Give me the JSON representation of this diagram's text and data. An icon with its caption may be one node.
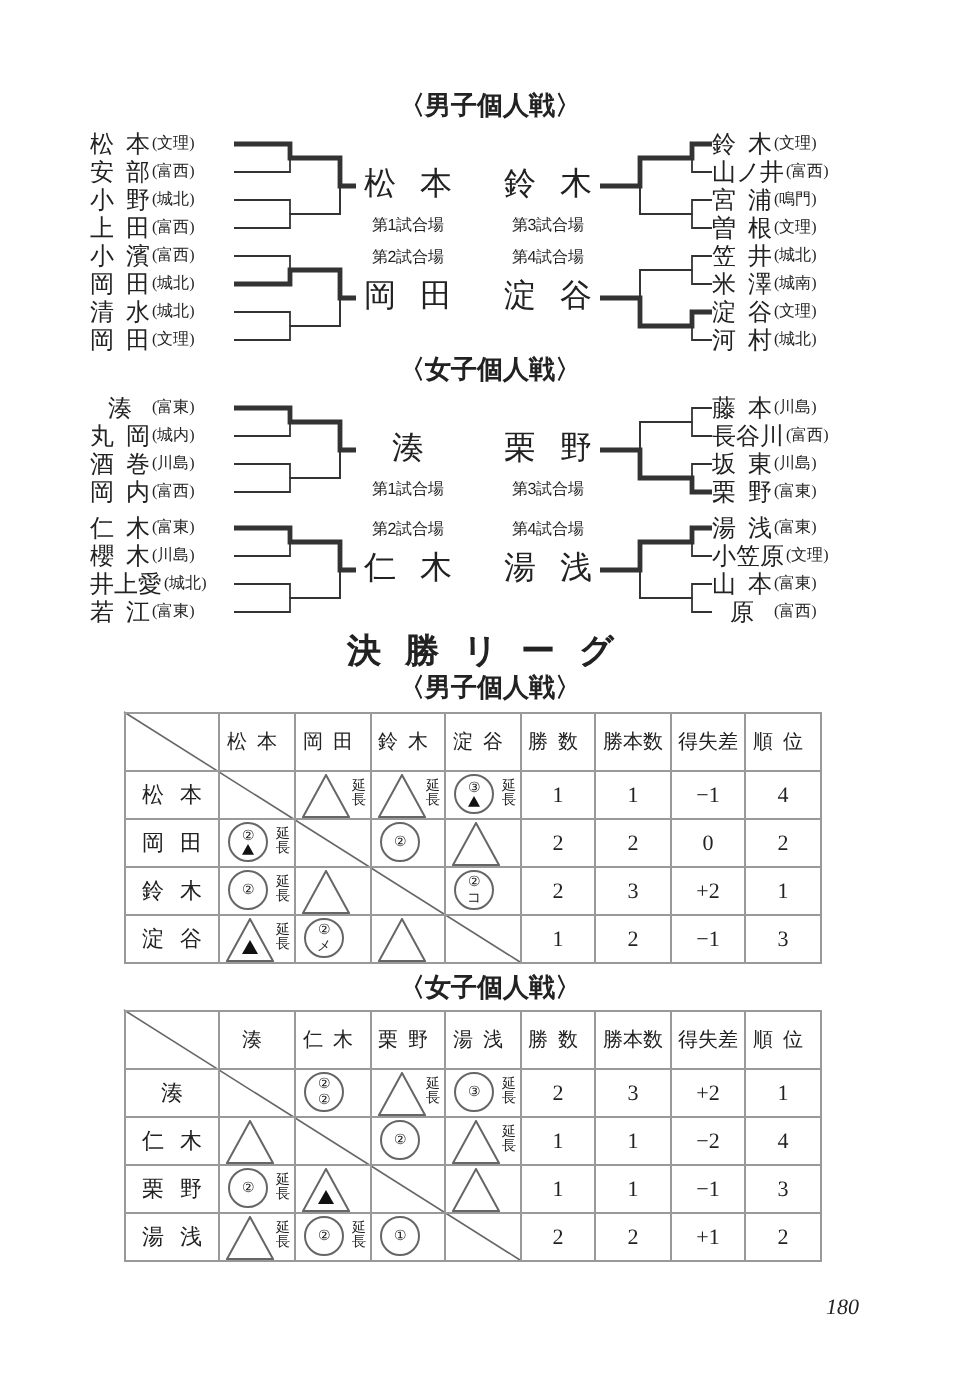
{
  "diagram": {
    "nodes": [
      {
        "text": [
          "松本",
          "(文理)"
        ]
      },
      {
        "text": [
          "安部",
          "(富西)"
        ]
      },
      {
        "text": [
          "小野",
          "(城北)"
        ]
      },
      {
        "text": [
          "上田",
          "(富西)"
        ]
      },
      {
        "text": [
          "松本"
        ],
        "beside": [
          "第1試合場"
        ]
      },
      {
        "text": [
          "鈴木"
        ],
        "beside": [
          "第3試合場"
        ]
      },
      {
        "text": [
          "鈴木",
          "(文理)"
        ]
      },
      {
        "text": [
          "山ノ井",
          "(富西)"
        ]
      },
      {
        "text": [
          "宮浦",
          "(鳴門)"
        ]
      },
      {
        "text": [
          "曽根",
          "(文理)"
        ]
      },
      {
        "text": [
          "小濱",
          "(富西)"
        ]
      },
      {
        "text": [
          "岡田",
          "(城北)"
        ]
      },
      {
        "text": [
          "清水",
          "(城北)"
        ]
      },
      {
        "text": [
          "岡田",
          "(文理)"
        ]
      },
      {
        "text": [
          "岡田"
        ],
        "beside": [
          "第2試合場"
        ]
      },
      {
        "text": [
          "淀谷"
        ],
        "beside": [
          "第4試合場"
        ]
      },
      {
        "text": [
          "笠井",
          "(城北)"
        ]
      },
      {
        "text": [
          "米澤",
          "(城南)"
        ]
      },
      {
        "text": [
          "淀谷",
          "(文理)"
        ]
      },
      {
        "text": [
          "河村",
          "(城北)"
        ]
      },
      {
        "text": [
          "湊",
          "(富東)"
        ]
      },
      {
        "text": [
          "丸岡",
          "(城内)"
        ]
      },
      {
        "text": [
          "酒巻",
          "(川島)"
        ]
      },
      {
        "text": [
          "岡内",
          "(富西)"
        ]
      },
      {
        "text": [
          "湊"
        ],
        "beside": [
          "第1試合場"
        ]
      },
      {
        "text": [
          "栗野"
        ],
        "beside": [
          "第3試合場"
        ]
      },
      {
        "text": [
          "藤本",
          "(川島)"
        ]
      },
      {
        "text": [
          "長谷川",
          "(富西)"
        ]
      },
      {
        "text": [
          "坂東",
          "(川島)"
        ]
      },
      {
        "text": [
          "栗野",
          "(富東)"
        ]
      },
      {
        "text": [
          "仁木",
          "(富東)"
        ]
      },
      {
        "text": [
          "櫻木",
          "(川島)"
        ]
      },
      {
        "text": [
          "井上愛",
          "(城北)"
        ]
      },
      {
        "text": [
          "若江",
          "(富東)"
        ]
      },
      {
        "text": [
          "仁木"
        ],
        "beside": [
          "第2試合場"
        ]
      },
      {
        "text": [
          "湯浅"
        ],
        "beside": [
          "第4試合場"
        ]
      },
      {
        "text": [
          "湯浅",
          "(富東)"
        ]
      },
      {
        "text": [
          "小笠原",
          "(文理)"
        ]
      },
      {
        "text": [
          "山本",
          "(富東)"
        ]
      },
      {
        "text": [
          "原",
          "(富西)"
        ]
      }
    ],
    "edges": [
      {
        "from": 0,
        "to": 4,
        "arrow": "none",
        "style": "thick"
      },
      {
        "from": 1,
        "to": 4,
        "arrow": "none"
      },
      {
        "from": 2,
        "to": 4,
        "arrow": "none"
      },
      {
        "from": 3,
        "to": 4,
        "arrow": "none"
      },
      {
        "from": 6,
        "to": 5,
        "arrow": "none",
        "style": "thick"
      },
      {
        "from": 7,
        "to": 5,
        "arrow": "none"
      },
      {
        "from": 8,
        "to": 5,
        "arrow": "none"
      },
      {
        "from": 9,
        "to": 5,
        "arrow": "none"
      },
      {
        "from": 10,
        "to": 14,
        "arrow": "none"
      },
      {
        "from": 11,
        "to": 14,
        "arrow": "none",
        "style": "thick"
      },
      {
        "from": 12,
        "to": 14,
        "arrow": "none"
      },
      {
        "from": 13,
        "to": 14,
        "arrow": "none"
      },
      {
        "from": 16,
        "to": 15,
        "arrow": "none"
      },
      {
        "from": 17,
        "to": 15,
        "arrow": "none"
      },
      {
        "from": 18,
        "to": 15,
        "arrow": "none",
        "style": "thick"
      },
      {
        "from": 19,
        "to": 15,
        "arrow": "none"
      },
      {
        "from": 20,
        "to": 24,
        "arrow": "none",
        "style": "thick"
      },
      {
        "from": 21,
        "to": 24,
        "arrow": "none"
      },
      {
        "from": 22,
        "to": 24,
        "arrow": "none"
      },
      {
        "from": 23,
        "to": 24,
        "arrow": "none"
      },
      {
        "from": 26,
        "to": 25,
        "arrow": "none"
      },
      {
        "from": 27,
        "to": 25,
        "arrow": "none"
      },
      {
        "from": 28,
        "to": 25,
        "arrow": "none"
      },
      {
        "from": 29,
        "to": 25,
        "arrow": "none",
        "style": "thick"
      },
      {
        "from": 30,
        "to": 34,
        "arrow": "none",
        "style": "thick"
      },
      {
        "from": 31,
        "to": 34,
        "arrow": "none"
      },
      {
        "from": 32,
        "to": 34,
        "arrow": "none"
      },
      {
        "from": 33,
        "to": 34,
        "arrow": "none"
      },
      {
        "from": 36,
        "to": 35,
        "arrow": "none",
        "style": "thick"
      },
      {
        "from": 37,
        "to": 35,
        "arrow": "none"
      },
      {
        "from": 38,
        "to": 35,
        "arrow": "none"
      },
      {
        "from": 39,
        "to": 35,
        "arrow": "none"
      }
    ],
    "labels": [
      "〈男子個人戦〉",
      "〈女子個人戦〉",
      "決勝リーグ",
      "〈男子個人戦〉",
      "松本",
      "岡田",
      "鈴木",
      "淀谷",
      "勝数",
      "勝本数",
      "得失差",
      "順位",
      "松本",
      "延長",
      "延長",
      "③",
      "延長",
      "1",
      "1",
      "−1",
      "4",
      "岡田",
      "②",
      "延長",
      "②",
      "2",
      "2",
      "0",
      "2",
      "鈴木",
      "②",
      "延長",
      "②",
      "コ",
      "2",
      "3",
      "+2",
      "1",
      "淀谷",
      "延長",
      "②",
      "メ",
      "1",
      "2",
      "−1",
      "3",
      "〈女子個人戦〉",
      "湊",
      "仁木",
      "栗野",
      "湯浅",
      "勝数",
      "勝本数",
      "得失差",
      "順位",
      "湊",
      "②",
      "②",
      "延長",
      "③",
      "延長",
      "2",
      "3",
      "+2",
      "1",
      "仁木",
      "②",
      "延長",
      "1",
      "1",
      "−2",
      "4",
      "栗野",
      "②",
      "延長",
      "1",
      "1",
      "−1",
      "3",
      "湯浅",
      "延長",
      "②",
      "延長",
      "①",
      "2",
      "2",
      "+1",
      "2",
      "180"
    ]
  }
}
